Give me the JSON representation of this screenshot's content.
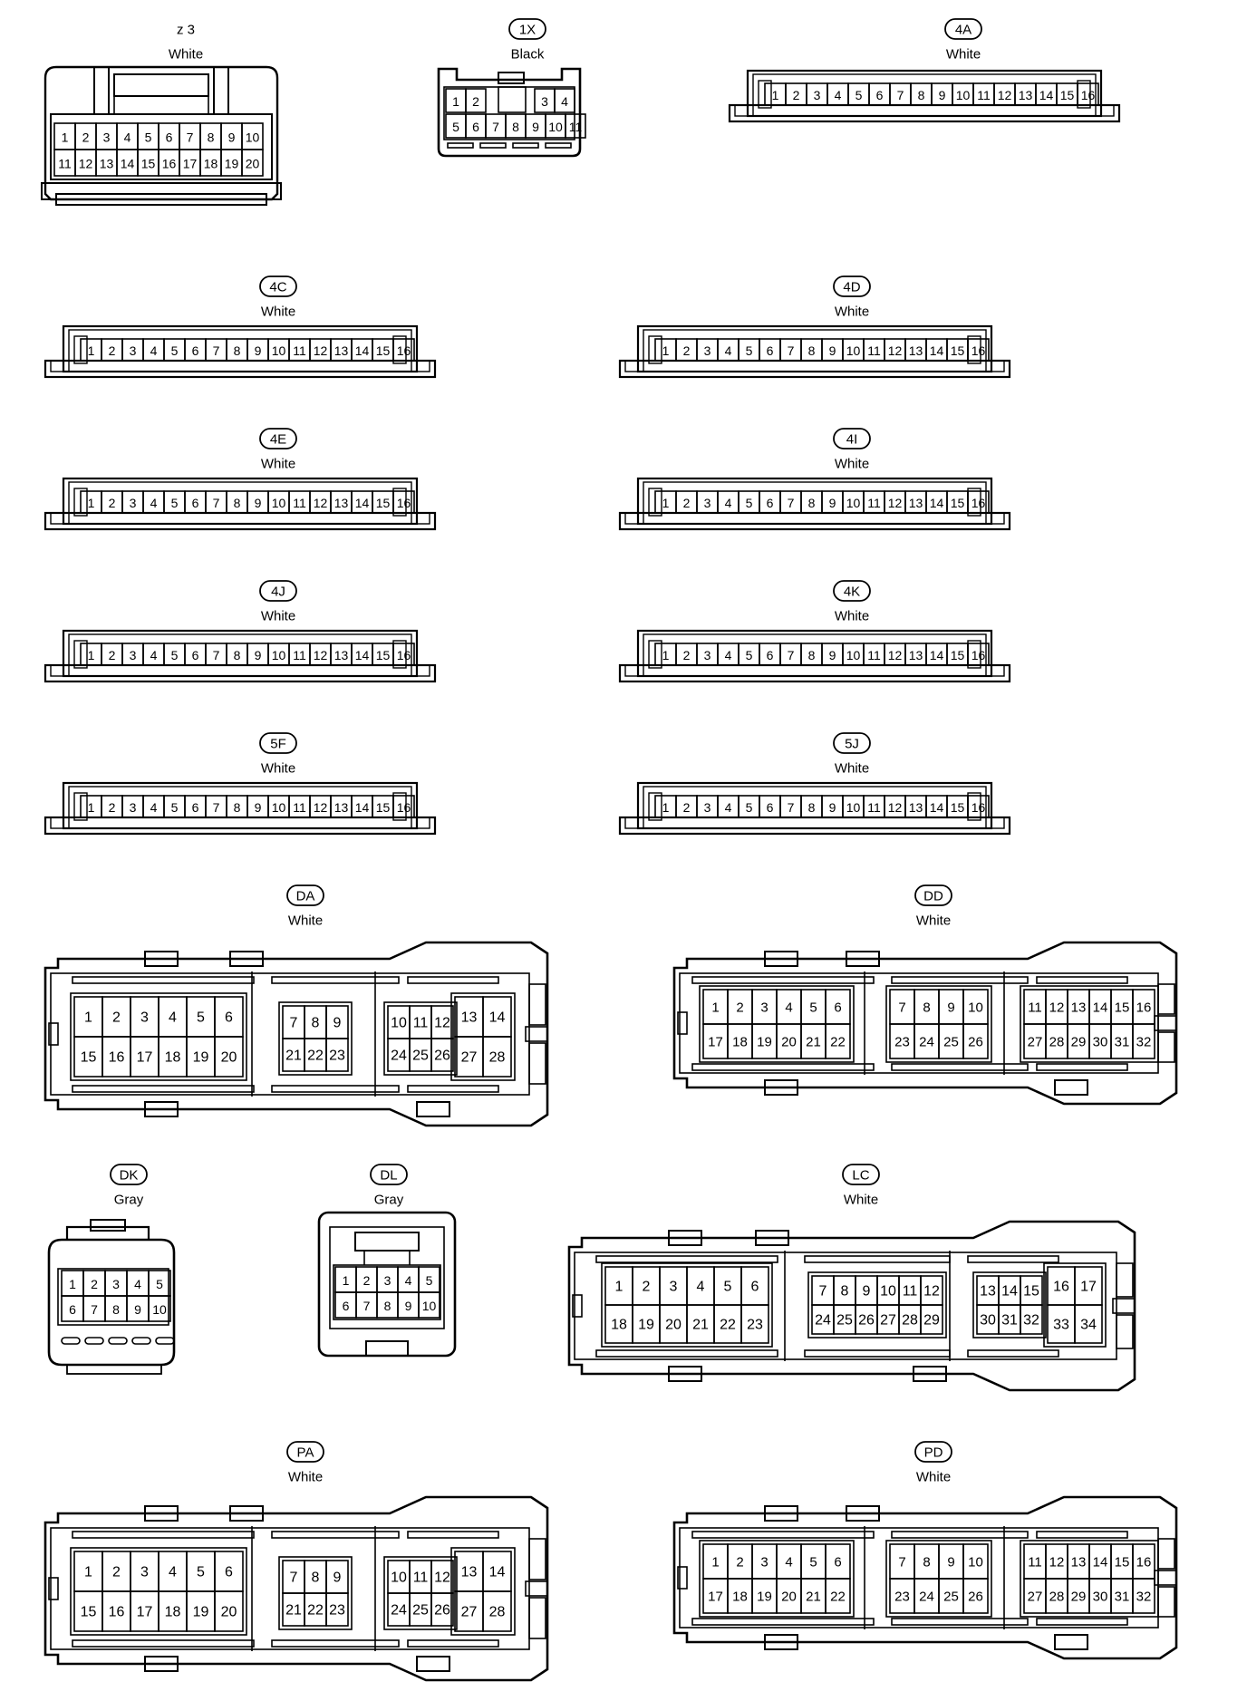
{
  "colors": {
    "line": "#000000",
    "paper": "#ffffff"
  },
  "connectors": [
    {
      "id": "z3",
      "code": "z 3",
      "badge": false,
      "color": "White",
      "shape": "z3",
      "rows": [
        [
          "1",
          "2",
          "3",
          "4",
          "5",
          "6",
          "7",
          "8",
          "9",
          "10"
        ],
        [
          "11",
          "12",
          "13",
          "14",
          "15",
          "16",
          "17",
          "18",
          "19",
          "20"
        ]
      ]
    },
    {
      "id": "1X",
      "code": "1X",
      "badge": true,
      "color": "Black",
      "shape": "1x",
      "rows": [
        [
          "1",
          "2",
          "3",
          "4"
        ],
        [
          "5",
          "6",
          "7",
          "8",
          "9",
          "10",
          "11"
        ]
      ]
    },
    {
      "id": "4A",
      "code": "4A",
      "badge": true,
      "color": "White",
      "shape": "strip",
      "pins": [
        "1",
        "2",
        "3",
        "4",
        "5",
        "6",
        "7",
        "8",
        "9",
        "10",
        "11",
        "12",
        "13",
        "14",
        "15",
        "16"
      ]
    },
    {
      "id": "4C",
      "code": "4C",
      "badge": true,
      "color": "White",
      "shape": "strip",
      "pins": [
        "1",
        "2",
        "3",
        "4",
        "5",
        "6",
        "7",
        "8",
        "9",
        "10",
        "11",
        "12",
        "13",
        "14",
        "15",
        "16"
      ]
    },
    {
      "id": "4D",
      "code": "4D",
      "badge": true,
      "color": "White",
      "shape": "strip",
      "pins": [
        "1",
        "2",
        "3",
        "4",
        "5",
        "6",
        "7",
        "8",
        "9",
        "10",
        "11",
        "12",
        "13",
        "14",
        "15",
        "16"
      ]
    },
    {
      "id": "4E",
      "code": "4E",
      "badge": true,
      "color": "White",
      "shape": "strip",
      "pins": [
        "1",
        "2",
        "3",
        "4",
        "5",
        "6",
        "7",
        "8",
        "9",
        "10",
        "11",
        "12",
        "13",
        "14",
        "15",
        "16"
      ]
    },
    {
      "id": "4I",
      "code": "4I",
      "badge": true,
      "color": "White",
      "shape": "strip",
      "pins": [
        "1",
        "2",
        "3",
        "4",
        "5",
        "6",
        "7",
        "8",
        "9",
        "10",
        "11",
        "12",
        "13",
        "14",
        "15",
        "16"
      ]
    },
    {
      "id": "4J",
      "code": "4J",
      "badge": true,
      "color": "White",
      "shape": "strip",
      "pins": [
        "1",
        "2",
        "3",
        "4",
        "5",
        "6",
        "7",
        "8",
        "9",
        "10",
        "11",
        "12",
        "13",
        "14",
        "15",
        "16"
      ]
    },
    {
      "id": "4K",
      "code": "4K",
      "badge": true,
      "color": "White",
      "shape": "strip",
      "pins": [
        "1",
        "2",
        "3",
        "4",
        "5",
        "6",
        "7",
        "8",
        "9",
        "10",
        "11",
        "12",
        "13",
        "14",
        "15",
        "16"
      ]
    },
    {
      "id": "5F",
      "code": "5F",
      "badge": true,
      "color": "White",
      "shape": "strip",
      "pins": [
        "1",
        "2",
        "3",
        "4",
        "5",
        "6",
        "7",
        "8",
        "9",
        "10",
        "11",
        "12",
        "13",
        "14",
        "15",
        "16"
      ]
    },
    {
      "id": "5J",
      "code": "5J",
      "badge": true,
      "color": "White",
      "shape": "strip",
      "pins": [
        "1",
        "2",
        "3",
        "4",
        "5",
        "6",
        "7",
        "8",
        "9",
        "10",
        "11",
        "12",
        "13",
        "14",
        "15",
        "16"
      ]
    },
    {
      "id": "DA",
      "code": "DA",
      "badge": true,
      "color": "White",
      "shape": "ecu28",
      "groups": [
        {
          "rows": [
            [
              "1",
              "2",
              "3",
              "4",
              "5",
              "6"
            ],
            [
              "15",
              "16",
              "17",
              "18",
              "19",
              "20"
            ]
          ]
        },
        {
          "rows": [
            [
              "7",
              "8",
              "9"
            ],
            [
              "21",
              "22",
              "23"
            ]
          ]
        },
        {
          "rows": [
            [
              "10",
              "11",
              "12"
            ],
            [
              "24",
              "25",
              "26"
            ]
          ]
        },
        {
          "rows": [
            [
              "13",
              "14"
            ],
            [
              "27",
              "28"
            ]
          ]
        }
      ]
    },
    {
      "id": "DD",
      "code": "DD",
      "badge": true,
      "color": "White",
      "shape": "ecu32",
      "groups": [
        {
          "rows": [
            [
              "1",
              "2",
              "3",
              "4",
              "5",
              "6"
            ],
            [
              "17",
              "18",
              "19",
              "20",
              "21",
              "22"
            ]
          ]
        },
        {
          "rows": [
            [
              "7",
              "8",
              "9",
              "10"
            ],
            [
              "23",
              "24",
              "25",
              "26"
            ]
          ]
        },
        {
          "rows": [
            [
              "11",
              "12",
              "13",
              "14",
              "15",
              "16"
            ],
            [
              "27",
              "28",
              "29",
              "30",
              "31",
              "32"
            ]
          ]
        }
      ]
    },
    {
      "id": "DK",
      "code": "DK",
      "badge": true,
      "color": "Gray",
      "shape": "dk",
      "rows": [
        [
          "1",
          "2",
          "3",
          "4",
          "5"
        ],
        [
          "6",
          "7",
          "8",
          "9",
          "10"
        ]
      ]
    },
    {
      "id": "DL",
      "code": "DL",
      "badge": true,
      "color": "Gray",
      "shape": "dl",
      "rows": [
        [
          "1",
          "2",
          "3",
          "4",
          "5"
        ],
        [
          "6",
          "7",
          "8",
          "9",
          "10"
        ]
      ]
    },
    {
      "id": "LC",
      "code": "LC",
      "badge": true,
      "color": "White",
      "shape": "ecu34",
      "groups": [
        {
          "rows": [
            [
              "1",
              "2",
              "3",
              "4",
              "5",
              "6"
            ],
            [
              "18",
              "19",
              "20",
              "21",
              "22",
              "23"
            ]
          ]
        },
        {
          "rows": [
            [
              "7",
              "8",
              "9",
              "10",
              "11",
              "12"
            ],
            [
              "24",
              "25",
              "26",
              "27",
              "28",
              "29"
            ]
          ]
        },
        {
          "rows": [
            [
              "13",
              "14",
              "15"
            ],
            [
              "30",
              "31",
              "32"
            ]
          ]
        },
        {
          "rows": [
            [
              "16",
              "17"
            ],
            [
              "33",
              "34"
            ]
          ]
        }
      ]
    },
    {
      "id": "PA",
      "code": "PA",
      "badge": true,
      "color": "White",
      "shape": "ecu28",
      "groups": [
        {
          "rows": [
            [
              "1",
              "2",
              "3",
              "4",
              "5",
              "6"
            ],
            [
              "15",
              "16",
              "17",
              "18",
              "19",
              "20"
            ]
          ]
        },
        {
          "rows": [
            [
              "7",
              "8",
              "9"
            ],
            [
              "21",
              "22",
              "23"
            ]
          ]
        },
        {
          "rows": [
            [
              "10",
              "11",
              "12"
            ],
            [
              "24",
              "25",
              "26"
            ]
          ]
        },
        {
          "rows": [
            [
              "13",
              "14"
            ],
            [
              "27",
              "28"
            ]
          ]
        }
      ]
    },
    {
      "id": "PD",
      "code": "PD",
      "badge": true,
      "color": "White",
      "shape": "ecu32",
      "groups": [
        {
          "rows": [
            [
              "1",
              "2",
              "3",
              "4",
              "5",
              "6"
            ],
            [
              "17",
              "18",
              "19",
              "20",
              "21",
              "22"
            ]
          ]
        },
        {
          "rows": [
            [
              "7",
              "8",
              "9",
              "10"
            ],
            [
              "23",
              "24",
              "25",
              "26"
            ]
          ]
        },
        {
          "rows": [
            [
              "11",
              "12",
              "13",
              "14",
              "15",
              "16"
            ],
            [
              "27",
              "28",
              "29",
              "30",
              "31",
              "32"
            ]
          ]
        }
      ]
    }
  ]
}
